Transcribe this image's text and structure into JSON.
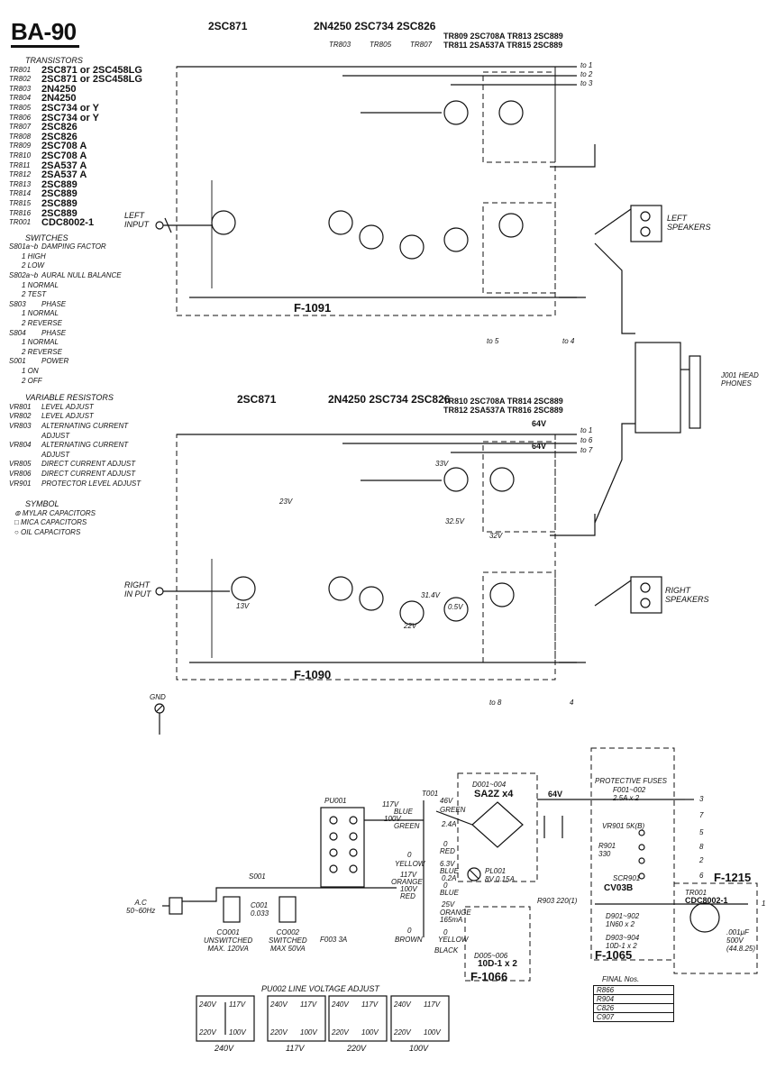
{
  "title": "BA-90",
  "top_section": {
    "col_2sc871": "2SC871",
    "col_trio": "2N4250   2SC734   2SC826",
    "tr_labels": [
      "TR803",
      "TR805",
      "TR807"
    ],
    "right_hdr_1": "TR809 2SC708A TR813 2SC889",
    "right_hdr_2": "TR811 2SA537A TR815 2SC889",
    "board": "F-1091",
    "input": "LEFT\nINPUT",
    "speakers": "LEFT\nSPEAKERS",
    "outputs": [
      "to 1",
      "to 2",
      "to 3"
    ],
    "bottom_outs": [
      "to 5",
      "to 4"
    ]
  },
  "mid_section": {
    "col_2sc871": "2SC871",
    "col_trio": "2N4250  2SC734  2SC826",
    "right_hdr_1": "TR810 2SC708A TR814 2SC889",
    "right_hdr_2": "TR812 2SA537A TR816 2SC889",
    "board": "F-1090",
    "input": "RIGHT\nIN PUT",
    "speakers": "RIGHT\nSPEAKERS",
    "outputs": [
      "to 1",
      "to 6",
      "to 7"
    ],
    "bottom_outs": [
      "to 8",
      "4"
    ],
    "volts": [
      "64V",
      "64V",
      "23V",
      "33V",
      "32.5V",
      "32V",
      "13V",
      "31.4V",
      "0.5V",
      "22V"
    ],
    "gnd": "GND",
    "headphones": "J001 HEAD PHONES"
  },
  "legend": {
    "transistors_title": "TRANSISTORS",
    "transistors": [
      {
        "ref": "TR801",
        "val": "2SC871 or 2SC458LG"
      },
      {
        "ref": "TR802",
        "val": "2SC871 or 2SC458LG"
      },
      {
        "ref": "TR803",
        "val": "2N4250"
      },
      {
        "ref": "TR804",
        "val": "2N4250"
      },
      {
        "ref": "TR805",
        "val": "2SC734 or Y"
      },
      {
        "ref": "TR806",
        "val": "2SC734 or Y"
      },
      {
        "ref": "TR807",
        "val": "2SC826"
      },
      {
        "ref": "TR808",
        "val": "2SC826"
      },
      {
        "ref": "TR809",
        "val": "2SC708 A"
      },
      {
        "ref": "TR810",
        "val": "2SC708 A"
      },
      {
        "ref": "TR811",
        "val": "2SA537 A"
      },
      {
        "ref": "TR812",
        "val": "2SA537 A"
      },
      {
        "ref": "TR813",
        "val": "2SC889"
      },
      {
        "ref": "TR814",
        "val": "2SC889"
      },
      {
        "ref": "TR815",
        "val": "2SC889"
      },
      {
        "ref": "TR816",
        "val": "2SC889"
      },
      {
        "ref": "TR001",
        "val": "CDC8002-1"
      }
    ],
    "switches_title": "SWITCHES",
    "switches": [
      {
        "ref": "S801a~b",
        "name": "DAMPING FACTOR",
        "opts": [
          "1  HIGH",
          "2  LOW"
        ]
      },
      {
        "ref": "S802a~b",
        "name": "AURAL NULL BALANCE",
        "opts": [
          "1  NORMAL",
          "2  TEST"
        ]
      },
      {
        "ref": "S803",
        "name": "PHASE",
        "opts": [
          "1  NORMAL",
          "2  REVERSE"
        ]
      },
      {
        "ref": "S804",
        "name": "PHASE",
        "opts": [
          "1  NORMAL",
          "2  REVERSE"
        ]
      },
      {
        "ref": "S001",
        "name": "POWER",
        "opts": [
          "1  ON",
          "2  OFF"
        ]
      }
    ],
    "vr_title": "VARIABLE RESISTORS",
    "vrs": [
      {
        "ref": "VR801",
        "name": "LEVEL ADJUST"
      },
      {
        "ref": "VR802",
        "name": "LEVEL ADJUST"
      },
      {
        "ref": "VR803",
        "name": "ALTERNATING CURRENT ADJUST"
      },
      {
        "ref": "VR804",
        "name": "ALTERNATING CURRENT ADJUST"
      },
      {
        "ref": "VR805",
        "name": "DIRECT CURRENT ADJUST"
      },
      {
        "ref": "VR806",
        "name": "DIRECT CURRENT ADJUST"
      },
      {
        "ref": "VR901",
        "name": "PROTECTOR LEVEL ADJUST"
      }
    ],
    "symbol_title": "SYMBOL",
    "symbols": [
      "⊚ MYLAR CAPACITORS",
      "□ MICA CAPACITORS",
      "○ OIL CAPACITORS"
    ]
  },
  "power": {
    "ac": "A.C\n50~60Hz",
    "pu001": "PU001",
    "t001": "T001",
    "taps": [
      "117V",
      "BLUE",
      "100V",
      "GREEN",
      "0",
      "YELLOW",
      "117V",
      "ORANGE",
      "100V",
      "RED",
      "0",
      "BROWN"
    ],
    "sec_taps": [
      "46V",
      "GREEN",
      "2.4A",
      "0",
      "RED",
      "6.3V",
      "BLUE",
      "0.2A",
      "0",
      "BLUE",
      "25V",
      "ORANGE",
      "165mA",
      "0",
      "YELLOW",
      "BLACK"
    ],
    "s001": "S001",
    "c001": "C001\n0.033",
    "co001": "CO001\nUNSWITCHED\nMAX. 120VA",
    "co002": "CO002\nSWITCHED\nMAX 50VA",
    "f003": "F003 3A",
    "d001": "D001~004",
    "sa2z": "SA2Z x4",
    "v64": "64V",
    "pl001": "PL001\n8V 0.15A",
    "r903": "R903 220(1)",
    "d005": "D005~006",
    "d10d": "10D-1 x 2",
    "f1066": "F-1066",
    "protective": "PROTECTIVE FUSES",
    "fuses": "F001~002\n2.5A x 2",
    "vr901": "VR901 5K(B)",
    "r901": "R901\n330",
    "scr": "SCR901",
    "cv03b": "CV03B",
    "d901": "D901~902\n1N60 x 2",
    "d903": "D903~904\n10D-1 x 2",
    "f1065": "F-1065",
    "f1215": "F-1215",
    "tr001": "TR001",
    "cdc": "CDC8002-1",
    "cap": ".001μF\n500V\n(44.8.25)",
    "term_nums": [
      "3",
      "7",
      "5",
      "8",
      "2",
      "6",
      "1"
    ]
  },
  "final_nos": {
    "title": "FINAL Nos.",
    "rows": [
      "R866",
      "R904",
      "C826",
      "C907"
    ]
  },
  "line_voltage": {
    "title": "PU002  LINE VOLTAGE ADJUST",
    "boxes": [
      {
        "tl": "240V",
        "tr": "117V",
        "bl": "220V",
        "br": "100V",
        "caption": "240V"
      },
      {
        "tl": "240V",
        "tr": "117V",
        "bl": "220V",
        "br": "100V",
        "caption": "117V"
      },
      {
        "tl": "240V",
        "tr": "117V",
        "bl": "220V",
        "br": "100V",
        "caption": "220V"
      },
      {
        "tl": "240V",
        "tr": "117V",
        "bl": "220V",
        "br": "100V",
        "caption": "100V"
      }
    ]
  }
}
